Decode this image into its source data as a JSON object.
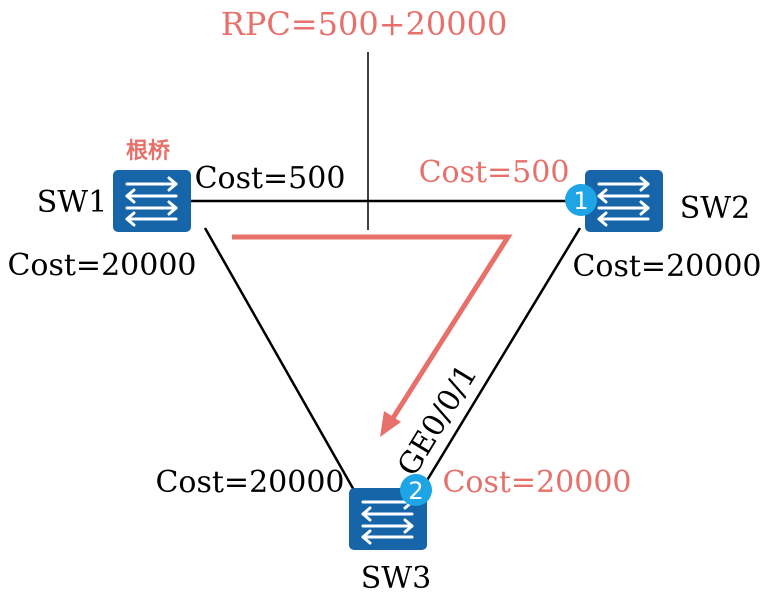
{
  "rpc_label": "RPC=500+20000",
  "root_bridge_label": "根桥",
  "switches": {
    "sw1": "SW1",
    "sw2": "SW2",
    "sw3": "SW3"
  },
  "costs": {
    "sw1_to_sw2_at_sw1": "Cost=500",
    "sw1_to_sw2_at_sw2": "Cost=500",
    "sw1_to_sw3_at_sw1": "Cost=20000",
    "sw2_to_sw3_at_sw2": "Cost=20000",
    "sw1_to_sw3_at_sw3": "Cost=20000",
    "sw2_to_sw3_at_sw3": "Cost=20000"
  },
  "interface_label": "GE0/0/1",
  "port_badges": {
    "sw2_port": "1",
    "sw3_port": "2"
  },
  "colors": {
    "accent": "#e8706a",
    "switch_blue": "#1565a8",
    "badge_blue": "#1ea5e6",
    "line": "#000000"
  },
  "icons": {
    "switch": "network-switch-icon"
  }
}
